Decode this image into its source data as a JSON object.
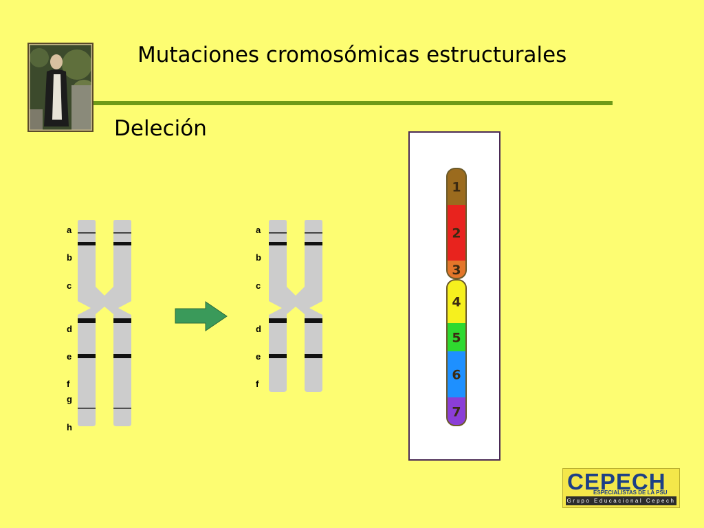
{
  "slide": {
    "title": "Mutaciones cromosómicas estructurales",
    "subtitle": "Deleción"
  },
  "diagram": {
    "original_bands": [
      "a",
      "b",
      "c",
      "d",
      "e",
      "f",
      "g",
      "h"
    ],
    "deleted_bands": [
      "a",
      "b",
      "c",
      "d",
      "e",
      "f"
    ]
  },
  "segment_chromosome": {
    "segments": [
      {
        "label": "1",
        "color": "#9b6b1e"
      },
      {
        "label": "2",
        "color": "#e8231e"
      },
      {
        "label": "3",
        "color": "#e4762a"
      },
      {
        "label": "4",
        "color": "#f6f01e"
      },
      {
        "label": "5",
        "color": "#2fd92f"
      },
      {
        "label": "6",
        "color": "#1e90ff"
      },
      {
        "label": "7",
        "color": "#8b3ed6"
      }
    ]
  },
  "logo": {
    "name": "CEPECH",
    "tagline": "ESPECIALISTAS DE LA PSU",
    "group": "Grupo Educacional Cepech"
  },
  "colors": {
    "background": "#fdfd72",
    "title_rule": "#6e9a18",
    "chromosome": "#cccccc",
    "arrow": "#3a9a5a"
  }
}
